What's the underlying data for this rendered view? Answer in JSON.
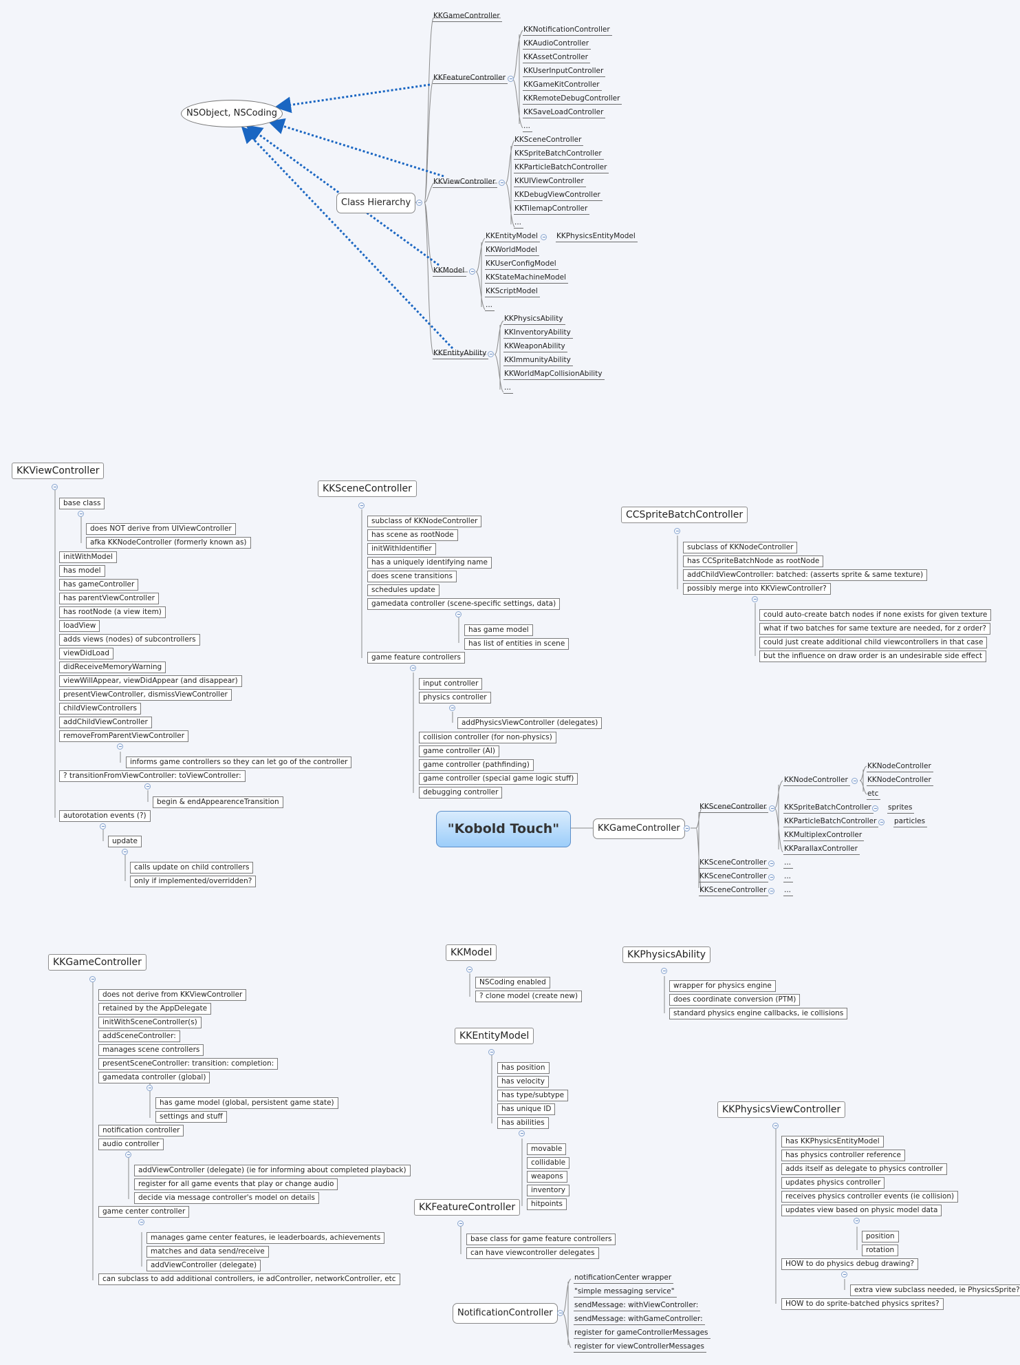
{
  "hierarchy": {
    "root_label": "NSObject, NSCoding",
    "class_hierarchy_label": "Class Hierarchy",
    "game_controller": "KKGameController",
    "feature_controller": "KKFeatureController",
    "feature_children": [
      "KKNotificationController",
      "KKAudioController",
      "KKAssetController",
      "KKUserInputController",
      "KKGameKitController",
      "KKRemoteDebugController",
      "KKSaveLoadController",
      "..."
    ],
    "view_controller": "KKViewController",
    "view_children": [
      "KKSceneController",
      "KKSpriteBatchController",
      "KKParticleBatchController",
      "KKUIViewController",
      "KKDebugViewController",
      "KKTilemapController",
      "..."
    ],
    "model": "KKModel",
    "model_children": [
      "KKEntityModel",
      "KKWorldModel",
      "KKUserConfigModel",
      "KKStateMachineModel",
      "KKScriptModel",
      "..."
    ],
    "physics_entity_model": "KKPhysicsEntityModel",
    "entity_ability": "KKEntityAbility",
    "ability_children": [
      "KKPhysicsAbility",
      "KKInventoryAbility",
      "KKWeaponAbility",
      "KKImmunityAbility",
      "KKWorldMapCollisionAbility",
      "..."
    ]
  },
  "view_controller_map": {
    "title": "KKViewController",
    "base_class": "base class",
    "base_class_children": [
      "does NOT derive from UIViewController",
      "afka KKNodeController (formerly known as)"
    ],
    "items": [
      "initWithModel",
      "has model",
      "has gameController",
      "has parentViewController",
      "has rootNode (a view item)",
      "loadView",
      "adds views (nodes) of subcontrollers",
      "viewDidLoad",
      "didReceiveMemoryWarning",
      "viewWillAppear, viewDidAppear (and disappear)",
      "presentViewController, dismissViewController",
      "childViewControllers",
      "addChildViewController",
      "removeFromParentViewController"
    ],
    "remove_child": "informs game controllers so they can let go of the controller",
    "transition": "? transitionFromViewController: toViewController:",
    "transition_child": "begin & endAppearenceTransition",
    "autorotation": "autorotation events (?)",
    "update": "update",
    "update_children": [
      "calls update on child controllers",
      "only if implemented/overridden?"
    ]
  },
  "scene_controller_map": {
    "title": "KKSceneController",
    "items": [
      "subclass of KKNodeController",
      "has scene as rootNode",
      "initWithIdentifier",
      "has a uniquely identifying name",
      "does scene transitions",
      "schedules update",
      "gamedata controller (scene-specific settings, data)"
    ],
    "gamedata_children": [
      "has game model",
      "has list of entities in scene"
    ],
    "features": "game feature controllers",
    "feature_items": [
      "input controller",
      "physics controller"
    ],
    "physics_child": "addPhysicsViewController (delegates)",
    "feature_items_2": [
      "collision controller (for non-physics)",
      "game controller (AI)",
      "game controller (pathfinding)",
      "game controller (special game logic stuff)",
      "debugging controller"
    ]
  },
  "sprite_batch_map": {
    "title": "CCSpriteBatchController",
    "items": [
      "subclass of KKNodeController",
      "has CCSpriteBatchNode as rootNode",
      "addChildViewController: batched: (asserts sprite & same texture)",
      "possibly merge into KKViewController?"
    ],
    "children": [
      "could auto-create batch nodes if none exists for given texture",
      "what if two batches for same texture are needed, for z order?",
      "could just create additional child viewcontrollers in that case",
      "but the influence on draw order is an undesirable side effect"
    ]
  },
  "central_map": {
    "title": "\"Kobold Touch\"",
    "game_controller": "KKGameController",
    "scene_controller": "KKSceneController",
    "node_controller": "KKNodeController",
    "node_children": [
      "KKNodeController",
      "KKNodeController",
      "etc"
    ],
    "sprite_batch": "KKSpriteBatchController",
    "sprites": "sprites",
    "particle_batch": "KKParticleBatchController",
    "particles": "particles",
    "multiplex": "KKMultiplexController",
    "parallax": "KKParallaxController",
    "ellipsis": "...",
    "more_scene": [
      "KKSceneController",
      "KKSceneController",
      "KKSceneController"
    ]
  },
  "game_controller_map": {
    "title": "KKGameController",
    "items": [
      "does not derive from KKViewController",
      "retained by the AppDelegate",
      "initWithSceneController(s)",
      "addSceneController:",
      "manages scene controllers",
      "presentSceneController: transition: completion:",
      "gamedata controller (global)"
    ],
    "gamedata_children": [
      "has game model (global, persistent game state)",
      "settings and stuff"
    ],
    "notification": "notification controller",
    "audio": "audio controller",
    "audio_children": [
      "addViewController (delegate) (ie for informing about completed playback)",
      "register for all game events that play or change audio",
      "decide via message controller's model on details"
    ],
    "game_center": "game center controller",
    "game_center_children": [
      "manages game center features, ie leaderboards, achievements",
      "matches and data send/receive",
      "addViewController (delegate)"
    ],
    "subclass": "can subclass to add additional controllers, ie adController, networkController, etc"
  },
  "model_map": {
    "title": "KKModel",
    "items": [
      "NSCoding enabled",
      "? clone model (create new)"
    ]
  },
  "entity_model_map": {
    "title": "KKEntityModel",
    "items": [
      "has position",
      "has velocity",
      "has type/subtype",
      "has unique ID",
      "has abilities"
    ],
    "abilities": [
      "movable",
      "collidable",
      "weapons",
      "inventory",
      "hitpoints"
    ]
  },
  "feature_controller_map": {
    "title": "KKFeatureController",
    "items": [
      "base class for game feature controllers",
      "can have viewcontroller delegates"
    ]
  },
  "notification_map": {
    "title": "NotificationController",
    "items": [
      "notificationCenter wrapper",
      "\"simple messaging service\"",
      "sendMessage: withViewController:",
      "sendMessage: withGameController:",
      "register for gameControllerMessages",
      "register for viewControllerMessages"
    ]
  },
  "physics_ability_map": {
    "title": "KKPhysicsAbility",
    "items": [
      "wrapper for physics engine",
      "does coordinate conversion (PTM)",
      "standard physics engine callbacks, ie collisions"
    ]
  },
  "physics_view_map": {
    "title": "KKPhysicsViewController",
    "items": [
      "has KKPhysicsEntityModel",
      "has physics controller reference",
      "adds itself as delegate to physics controller",
      "updates physics controller",
      "receives physics controller events (ie collision)",
      "updates view based on physic model data"
    ],
    "update_children": [
      "position",
      "rotation"
    ],
    "debug": "HOW to do physics debug drawing?",
    "debug_child": "extra view subclass needed, ie PhysicsSprite?",
    "batched": "HOW to do sprite-batched physics sprites?"
  },
  "colors": {
    "connector": "#8a8a8a",
    "inheritance_arrow": "#1a66c2",
    "central_fill": "#9ccdfa",
    "toggle": "#8aa6cf"
  }
}
